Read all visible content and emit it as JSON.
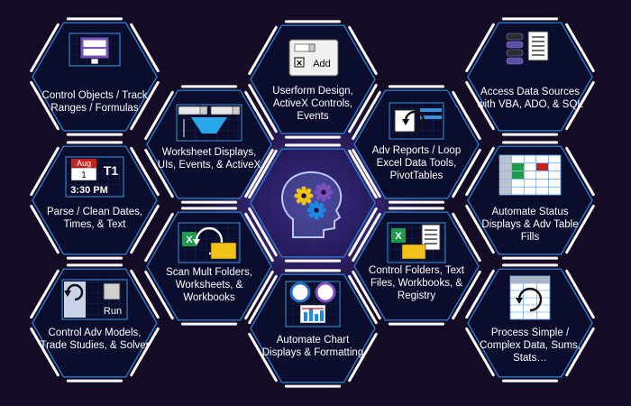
{
  "colors": {
    "background": "#140c24",
    "hex_fill": "#0b0d2c",
    "hex_inner_border": "#2a78c8",
    "hex_outer_border": "#ffffff",
    "glow": "#6f4fd6",
    "icon_blue": "#3f8fd8",
    "icon_purple": "#7a4fbf",
    "icon_yellow": "#f2c21a",
    "icon_green": "#1f9a4a",
    "icon_red": "#c8221e"
  },
  "tiles": [
    {
      "id": "control-objects",
      "label": "Control Objects / Track Ranges / Formulas",
      "icon": "grid-range-icon"
    },
    {
      "id": "worksheet-displays",
      "label": "Worksheet Displays, UIs, Events, & ActiveX",
      "icon": "dropdown-funnel-icon"
    },
    {
      "id": "userform-design",
      "label": "Userform Design, ActiveX Controls, Events",
      "icon": "userform-add-icon",
      "button_text": "Add"
    },
    {
      "id": "adv-reports",
      "label": "Adv Reports / Loop Excel Data Tools, PivotTables",
      "icon": "loop-report-icon"
    },
    {
      "id": "access-data",
      "label": "Access Data Sources with VBA, ADO, & SQL",
      "icon": "database-doc-icon"
    },
    {
      "id": "parse-dates",
      "label": "Parse / Clean Dates, Times, & Text",
      "icon": "calendar-clock-icon",
      "month": "Aug",
      "day": "1",
      "time": "3:30 PM",
      "tag": "T1"
    },
    {
      "id": "center",
      "label": "",
      "icon": "head-gears-icon"
    },
    {
      "id": "automate-status",
      "label": "Automate Status Displays & Adv Table Fills",
      "icon": "status-table-icon"
    },
    {
      "id": "scan-folders",
      "label": "Scan Mult Folders, Worksheets, & Workbooks",
      "icon": "scan-folders-icon"
    },
    {
      "id": "control-folders",
      "label": "Control Folders, Text Files, Workbooks, & Registry",
      "icon": "folders-files-icon"
    },
    {
      "id": "control-models",
      "label": "Control Adv Models, Trade Studies, & Solver",
      "icon": "run-model-icon",
      "button_text": "Run"
    },
    {
      "id": "automate-chart",
      "label": "Automate Chart Displays & Formatting",
      "icon": "chart-gauges-icon"
    },
    {
      "id": "process-data",
      "label": "Process Simple / Complex Data, Sums, Stats…",
      "icon": "process-loop-icon"
    }
  ]
}
